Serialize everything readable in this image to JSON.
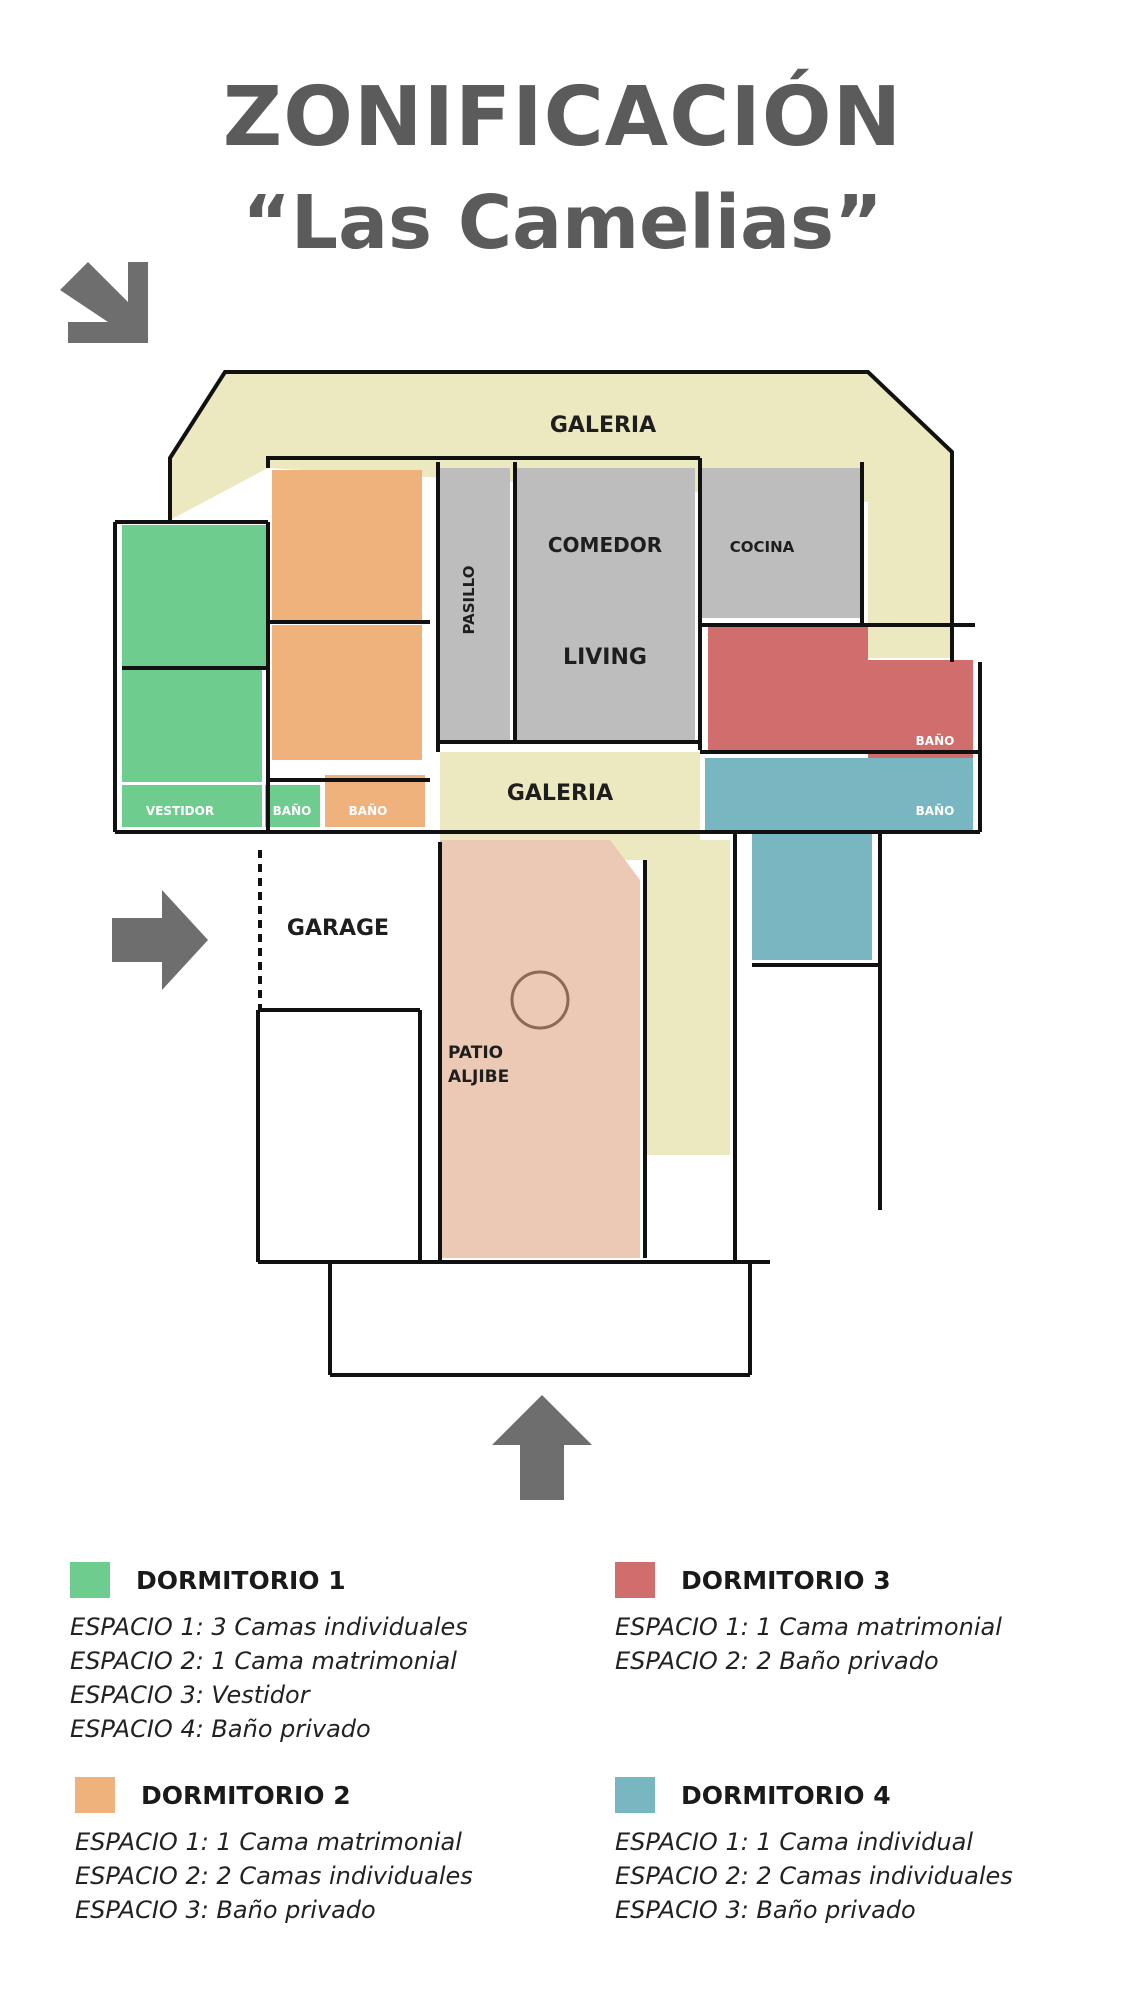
{
  "title": {
    "line1": "ZONIFICACIÓN",
    "line2": "“Las Camelias”"
  },
  "colors": {
    "dormitorio1": "#6fcc8f",
    "dormitorio2": "#f0b27c",
    "dormitorio3": "#d06e6e",
    "dormitorio4": "#78b7c2",
    "galeria": "#ece8c0",
    "social": "#bdbdbd",
    "patio": "#ecc9b5",
    "arrows": "#6e6e6e"
  },
  "rooms": {
    "galeria_top": "GALERIA",
    "galeria_center": "GALERIA",
    "comedor": "COMEDOR",
    "cocina": "COCINA",
    "pasillo": "PASILLO",
    "living": "LIVING",
    "vestidor": "VESTIDOR",
    "bano_d1": "BAÑO",
    "bano_d2": "BAÑO",
    "bano_d3": "BAÑO",
    "bano_d4": "BAÑO",
    "garage": "GARAGE",
    "patio_line1": "PATIO",
    "patio_line2": "ALJIBE"
  },
  "legend": [
    {
      "name": "DORMITORIO 1",
      "color": "#6fcc8f",
      "items": [
        "ESPACIO 1: 3 Camas individuales",
        "ESPACIO 2: 1 Cama matrimonial",
        "ESPACIO 3: Vestidor",
        "ESPACIO 4: Baño privado"
      ]
    },
    {
      "name": "DORMITORIO 3",
      "color": "#d06e6e",
      "items": [
        "ESPACIO 1: 1 Cama matrimonial",
        "ESPACIO 2: 2 Baño privado"
      ]
    },
    {
      "name": "DORMITORIO 2",
      "color": "#f0b27c",
      "items": [
        "ESPACIO 1: 1 Cama matrimonial",
        "ESPACIO 2: 2 Camas individuales",
        "ESPACIO 3: Baño privado"
      ]
    },
    {
      "name": "DORMITORIO 4",
      "color": "#78b7c2",
      "items": [
        "ESPACIO 1: 1 Cama individual",
        "ESPACIO 2: 2 Camas individuales",
        "ESPACIO 3: Baño privado"
      ]
    }
  ]
}
